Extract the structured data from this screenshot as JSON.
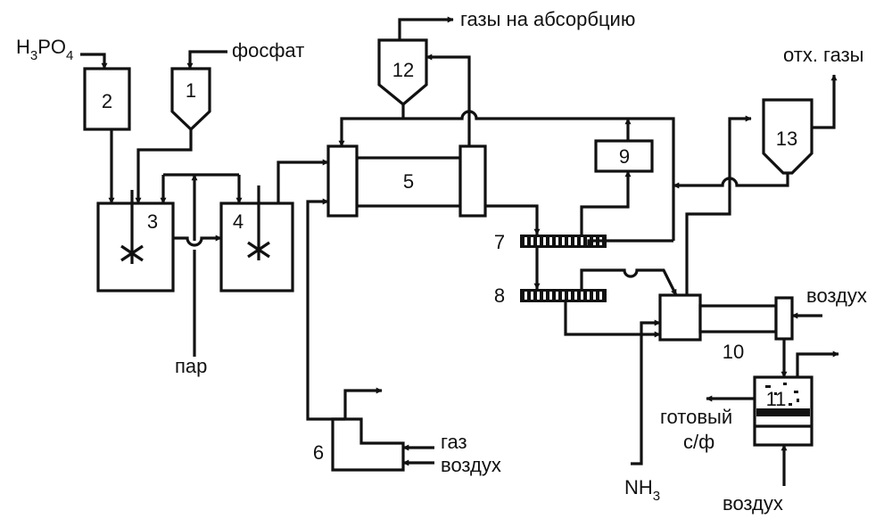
{
  "units": {
    "u1": "1",
    "u2": "2",
    "u3": "3",
    "u4": "4",
    "u5": "5",
    "u6": "6",
    "u7": "7",
    "u8": "8",
    "u9": "9",
    "u10": "10",
    "u11": "11",
    "u12": "12",
    "u13": "13"
  },
  "streams": {
    "h3po4_main": "H",
    "h3po4_sub3": "3",
    "h3po4_po": "PO",
    "h3po4_sub4": "4",
    "phosphate": "фосфат",
    "gases_absorption": "газы на абсорбцию",
    "exhaust_gases": "отх. газы",
    "steam": "пар",
    "gas": "газ",
    "air_6": "воздух",
    "air_10": "воздух",
    "air_11": "воздух",
    "nh3_main": "NH",
    "nh3_sub": "3",
    "product_line1": "готовый",
    "product_line2": "с/ф"
  }
}
